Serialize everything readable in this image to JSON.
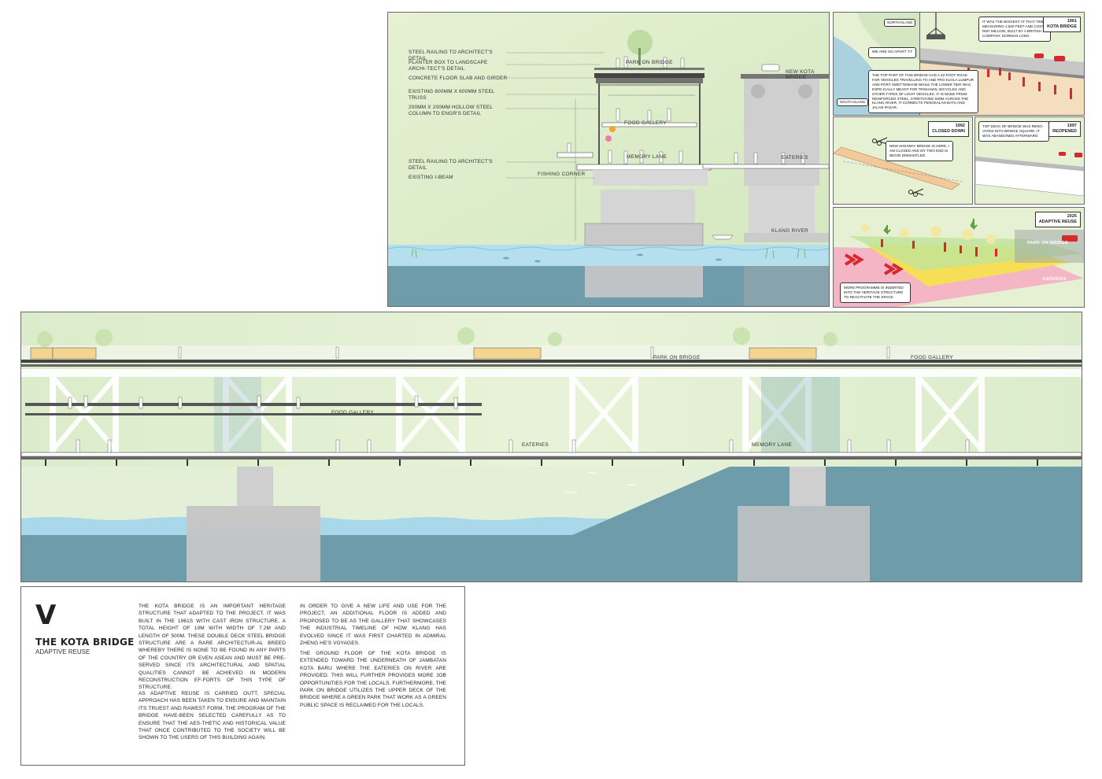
{
  "section": {
    "labels": {
      "railing_top": "STEEL RAILING TO ARCHITECT'S DETAIL",
      "planter": "PLANTER BOX TO LANDSCAPE ARCHI-TECT'S DETAIL",
      "slab": "CONCRETE FLOOR SLAB AND GIRDER",
      "truss": "EXISTING 600MM X 600MM STEEL TRUSS",
      "column": "200MM X 200MM HOLLOW STEEL COLUMN TO ENGR'S DETAIL",
      "railing_bottom": "STEEL RAILING TO ARCHITECT'S DETAIL",
      "ibeam": "EXISTING I-BEAM"
    },
    "spaces": {
      "park": "PARK ON BRIDGE",
      "food": "FOOD GALLERY",
      "memory": "MEMORY LANE",
      "fishing": "FISHING CORNER",
      "eateries": "EATERIES",
      "new_bridge": "NEW KOTA BRIDGE",
      "river": "KLANG RIVER"
    }
  },
  "timeline": {
    "p1": {
      "north": "NORTH KLANG",
      "south": "SOUTH KLANG",
      "apart": "WE ARE SO APART T.T",
      "desc": "THE TOP PART OF THIS BRIDGE HAD A 22-FOOT ROAD FOR VEHICLES TRAVELLING TO AND FRO KUALA LUMPUR AND PORT SWETTENHAM WHILE THE LOWER TIER WAS ESPE-CIALLY MEANT FOR TRISHAWS, BICYCLES AND OTHER TYPES OF LIGHT VEHICLES. IT IS MADE FROM REINFORCED STEEL, STRETCHING 500M ACROSS THE KLANG RIVER, IT CONNECTS PENGKALAN BATU AND JALAN PASAR."
    },
    "p2": {
      "year": "1961",
      "title": "KOTA BRIDGE",
      "bubble": "IT WAS THE BIGGEST AT THAT TIME, MEASURING 1,500 FEET AND COST RM7 MILLION, BUILT BY A BRITISH COMPANY, DORMAN LONG."
    },
    "p3": {
      "year": "1992",
      "title": "CLOSED DOWN",
      "bubble": "NEW HIGHWAY BRIDGE IS HERE, I AM CLOSED AND MY TWO END IS BEGIN DISMANTLED."
    },
    "p4": {
      "year": "1997",
      "title": "REOPENED",
      "bubble": "TOP DECK OF BRIDGE WAS RENO-VATED INTO BRIDGE SQUARE, IT WAS ABANDONED AFTERWARD."
    },
    "p5": {
      "year": "2025",
      "title": "ADAPTIVE REUSE",
      "bubble": "MORE PROGRAMME IS INSERTED INTO THE HERITAGE STRUCTURE TO REACTIVATE THE SPACE.",
      "park": "PARK ON BRIDGE",
      "eateries": "EATERIES"
    }
  },
  "elevation": {
    "park": "PARK ON BRIDGE",
    "food_top": "FOOD GALLERY",
    "food_mid": "FOOD GALLERY",
    "eateries": "EATERIES",
    "memory": "MEMORY LANE"
  },
  "info": {
    "numeral": "V",
    "title": "THE KOTA BRIDGE",
    "subtitle": "ADAPTIVE REUSE",
    "col1_p1": "THE KOTA BRIDGE IS AN IMPORTANT HERITAGE STRUCTURE THAT ADAPTED TO THE PROJECT. IT WAS BUILT IN THE 1961S WITH CAST IRON STRUCTURE, A TOTAL HEIGHT OF 10M WITH WIDTH OF 7.2M AND LENGTH OF 500M. THESE DOUBLE DECK STEEL BRIDGE STRUCTURE ARE A RARE ARCHITECTUR-AL BREED WHEREBY THERE IS NONE TO BE FOUND IN ANY PARTS OF THE COUNTRY OR EVEN ASEAN AND MUST BE PRE-SERVED SINCE ITS ARCHITECTURAL AND SPATIAL QUALITIES CANNOT BE ACHIEVED IN MODERN RECONSTRUCTION EF-FORTS OF THIS TYPE OF STRUCTURE.",
    "col1_p2": "AS ADAPTIVE REUSE IS CARRIED OUTT, SPECIAL APPROACH HAS BEEN TAKEN TO ENSURE AND MAINTAIN ITS TRUEST AND RAWEST FORM. THE PROGRAM OF THE BRIDGE HAVE-BEEN SELECTED CAREFULLY AS TO ENSURE THAT THE AES-THETIC AND HISTORICAL VALUE THAT ONCE CONTRIBUTED TO THE SOCIETY WILL BE SHOWN TO THE USERS OF THIS BUILDING AGAIN.",
    "col2_p1": "IN ORDER TO GIVE A NEW LIFE AND USE FOR THE PROJECT, AN ADDITIONAL FLOOR IS ADDED AND PROPOSED TO BE AS THE GALLERY THAT SHOWCASES THE INDUSTRIAL TIMELINE OF HOW KLANG HAS EVOLVED SINCE IT WAS FIRST CHARTED IN ADMIRAL ZHENG HE'S VOYAGES.",
    "col2_p2": "THE GROUND FLOOR OF THE KOTA BRIDGE IS EXTENDED TOWARD THE UNDERNEATH OF JAMBATAN KOTA BARU WHERE THE EATERIES ON RIVER ARE PROVIDED. THIS WILL FURTHER PROVIDES MORE JOB OPPORTUNITIES FOR THE LOCALS. FURTHERMORE, THE PARK ON BRIDGE UTILIZES THE UPPER DECK OF THE BRIDGE WHERE A GREEN PARK THAT WORK AS A GREEN PUBLIC SPACE IS RECLAIMED FOR THE LOCALS."
  },
  "colors": {
    "sky_green": "#e2efcf",
    "river_teal": "#6b99a8",
    "water_blue": "#a9d8ea",
    "pier_grey": "#cfcfcf",
    "accent_orange": "#f2a32a",
    "accent_pink": "#f07aa8",
    "yellow_floor": "#f6e34a",
    "pink_floor": "#f7a6c0",
    "red_arrow": "#d8282e"
  }
}
